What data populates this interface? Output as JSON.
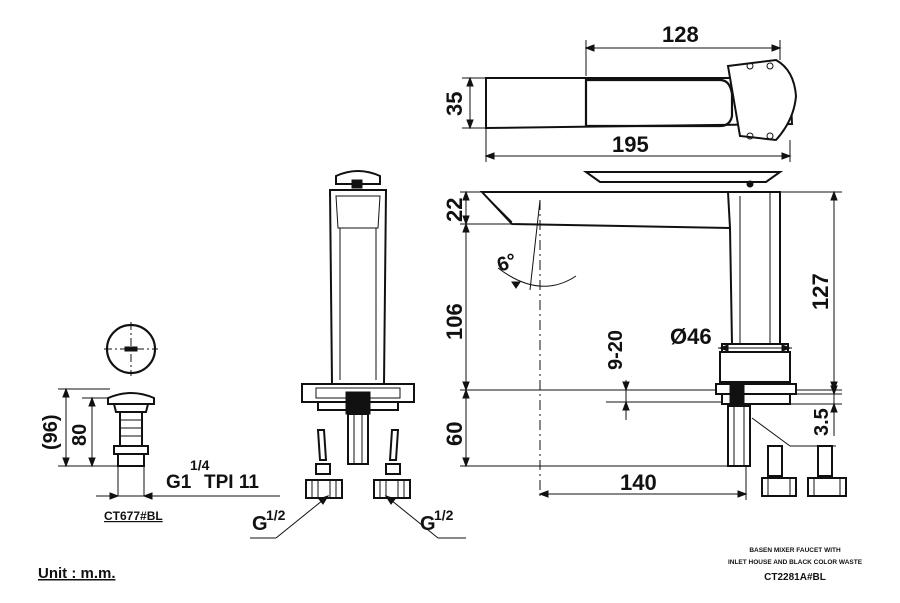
{
  "dimensions": {
    "top_width": "128",
    "top_height": "35",
    "top_overall": "195",
    "spout_height": "22",
    "spout_body": "106",
    "total_height": "127",
    "angle": "6°",
    "deck_range": "9-20",
    "base_dia": "Ø46",
    "below_deck": "60",
    "offset": "3.5",
    "reach": "140",
    "waste_total": "(96)",
    "waste_body": "80"
  },
  "waste_label": "CT677#BL",
  "waste_thread_main": "G1",
  "waste_thread_fraction": "1/4",
  "waste_thread_rest": "TPI 11",
  "hose_thread_left_main": "G",
  "hose_thread_left_fraction": "1/2",
  "hose_thread_right_main": "G",
  "hose_thread_right_fraction": "1/2",
  "unit_label": "Unit : m.m.",
  "product": {
    "line1": "BASEN MIXER FAUCET WITH",
    "line2": "INLET HOUSE AND BLACK COLOR WASTE",
    "code": "CT2281A#BL"
  }
}
